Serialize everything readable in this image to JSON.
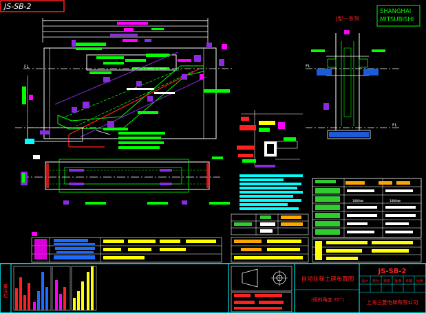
{
  "drawing": {
    "corner_tag": "JS-SB-2",
    "series_label": "J型一系列",
    "brand_line1": "SHANGHAI",
    "brand_line2": "MITSUBISHI",
    "level_mark": "FL",
    "note_speed": "1000mm",
    "note_speed2": "1000mm"
  },
  "title_block": {
    "side_label": "备注栏",
    "drawing_title": "自动扶梯土建布置图",
    "angle_note": "(倾斜角度 35°)",
    "drawing_no": "JS-SB-2",
    "company": "上海三菱电梯有限公司",
    "sign_headers": [
      "设计",
      "校对",
      "审核",
      "批准",
      "日期",
      "比例"
    ]
  },
  "colors": {
    "background": "#000000",
    "line_white": "#ffffff",
    "line_green": "#00ff00",
    "fill_green": "#2ecc2e",
    "purple": "#8a2be2",
    "magenta": "#ff00ff",
    "red": "#ff2020",
    "cyan": "#00ffff",
    "yellow": "#ffff00",
    "orange": "#ffa500",
    "blue": "#1e6bff"
  }
}
